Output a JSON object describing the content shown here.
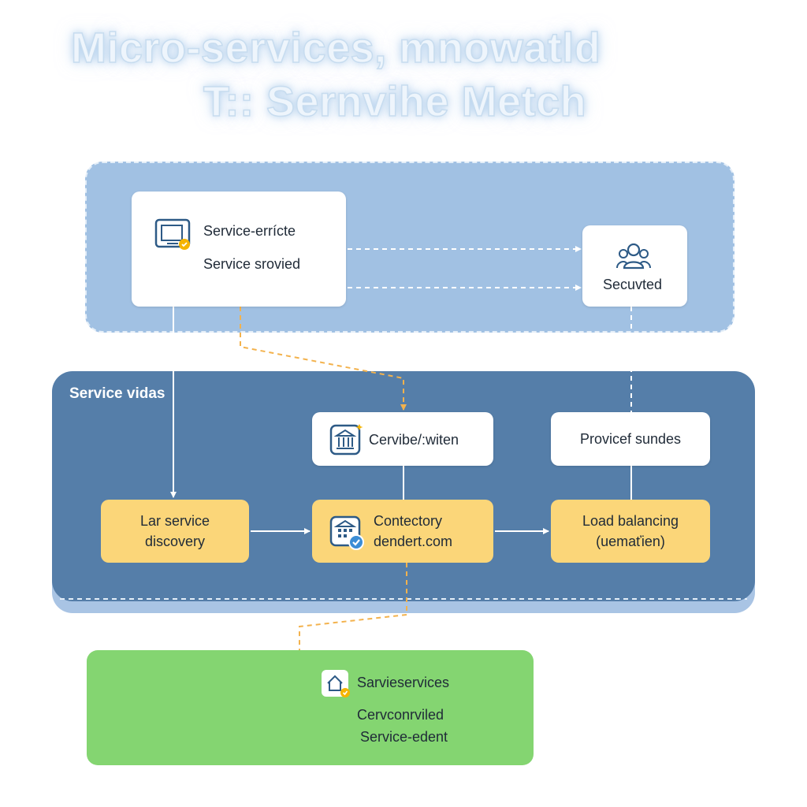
{
  "title": {
    "line1": "Micro-services, mnowatld",
    "line2": "T:: Sernvihe Metch"
  },
  "zones": {
    "middle_label": "Service vidas"
  },
  "nodes": {
    "service_box": {
      "line1": "Service-errícte",
      "line2": "Service srovied"
    },
    "secuvted": {
      "label": "Secuvted"
    },
    "cervibe": {
      "label": "Cervibe/:witen"
    },
    "provicef": {
      "label": "Provicef sundes"
    },
    "lar_service": {
      "line1": "Lar service",
      "line2": "discovery"
    },
    "contectory": {
      "line1": "Contectory",
      "line2": "dendert.com"
    },
    "load_balancing": {
      "line1": "Load balancing",
      "line2": "(uemaťien)"
    },
    "green": {
      "line1": "Sarvieservices",
      "line2": "Cervconrviled",
      "line3": "Service-edent"
    }
  },
  "colors": {
    "top_zone": "#a1c1e3",
    "middle_zone": "#557ea9",
    "bottom_zone": "#84d571",
    "amber_box": "#fbd679",
    "dashed_orange": "#f3b24d",
    "icon_blue": "#2d5a86"
  },
  "icons": [
    "monitor-icon",
    "users-icon",
    "bank-icon",
    "building-check-icon",
    "home-icon"
  ]
}
